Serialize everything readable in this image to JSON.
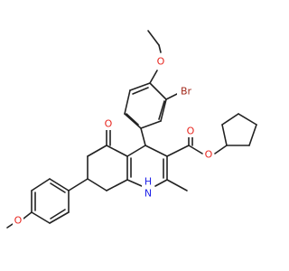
{
  "colors": {
    "bond": "#222222",
    "oxygen": "#e8261f",
    "bromine": "#a2291b",
    "nitrogen": "#1f22e8",
    "carbon": "#222222"
  },
  "atom_labels": {
    "O_top_methoxy": "O",
    "Br": "Br",
    "O_ester_carbonyl": "O",
    "O_ester_link": "O",
    "O_ketone": "O",
    "NH": "H",
    "N": "N",
    "O_left_methoxy": "O"
  }
}
